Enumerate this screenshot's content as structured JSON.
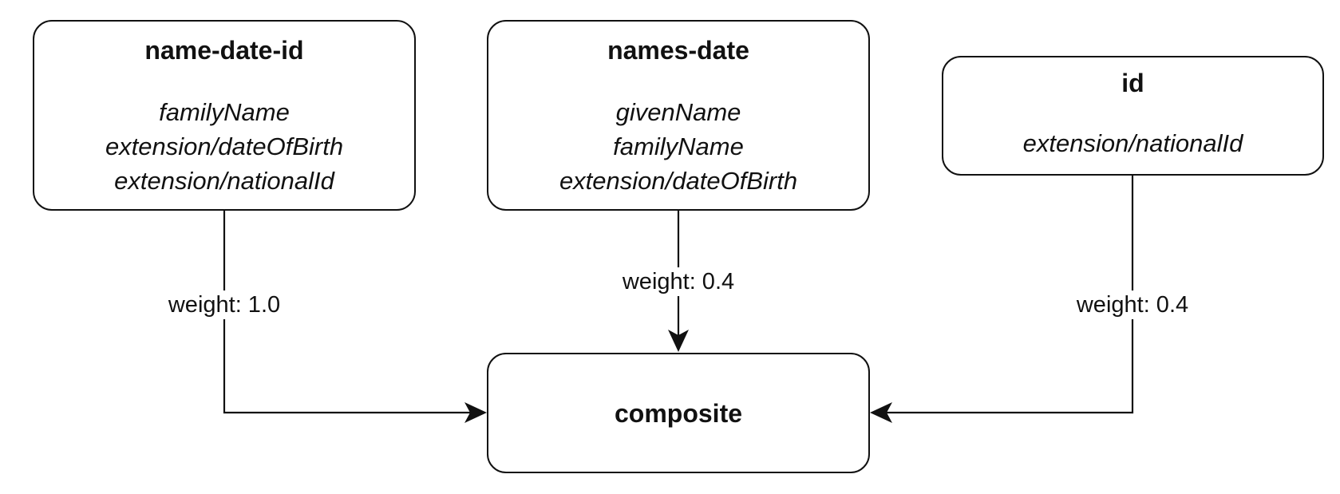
{
  "nodes": {
    "name_date_id": {
      "title": "name-date-id",
      "fields": [
        "familyName",
        "extension/dateOfBirth",
        "extension/nationalId"
      ]
    },
    "names_date": {
      "title": "names-date",
      "fields": [
        "givenName",
        "familyName",
        "extension/dateOfBirth"
      ]
    },
    "id": {
      "title": "id",
      "fields": [
        "extension/nationalId"
      ]
    },
    "composite": {
      "title": "composite"
    }
  },
  "edges": {
    "name_date_id_to_composite": "weight: 1.0",
    "names_date_to_composite": "weight: 0.4",
    "id_to_composite": "weight: 0.4"
  }
}
